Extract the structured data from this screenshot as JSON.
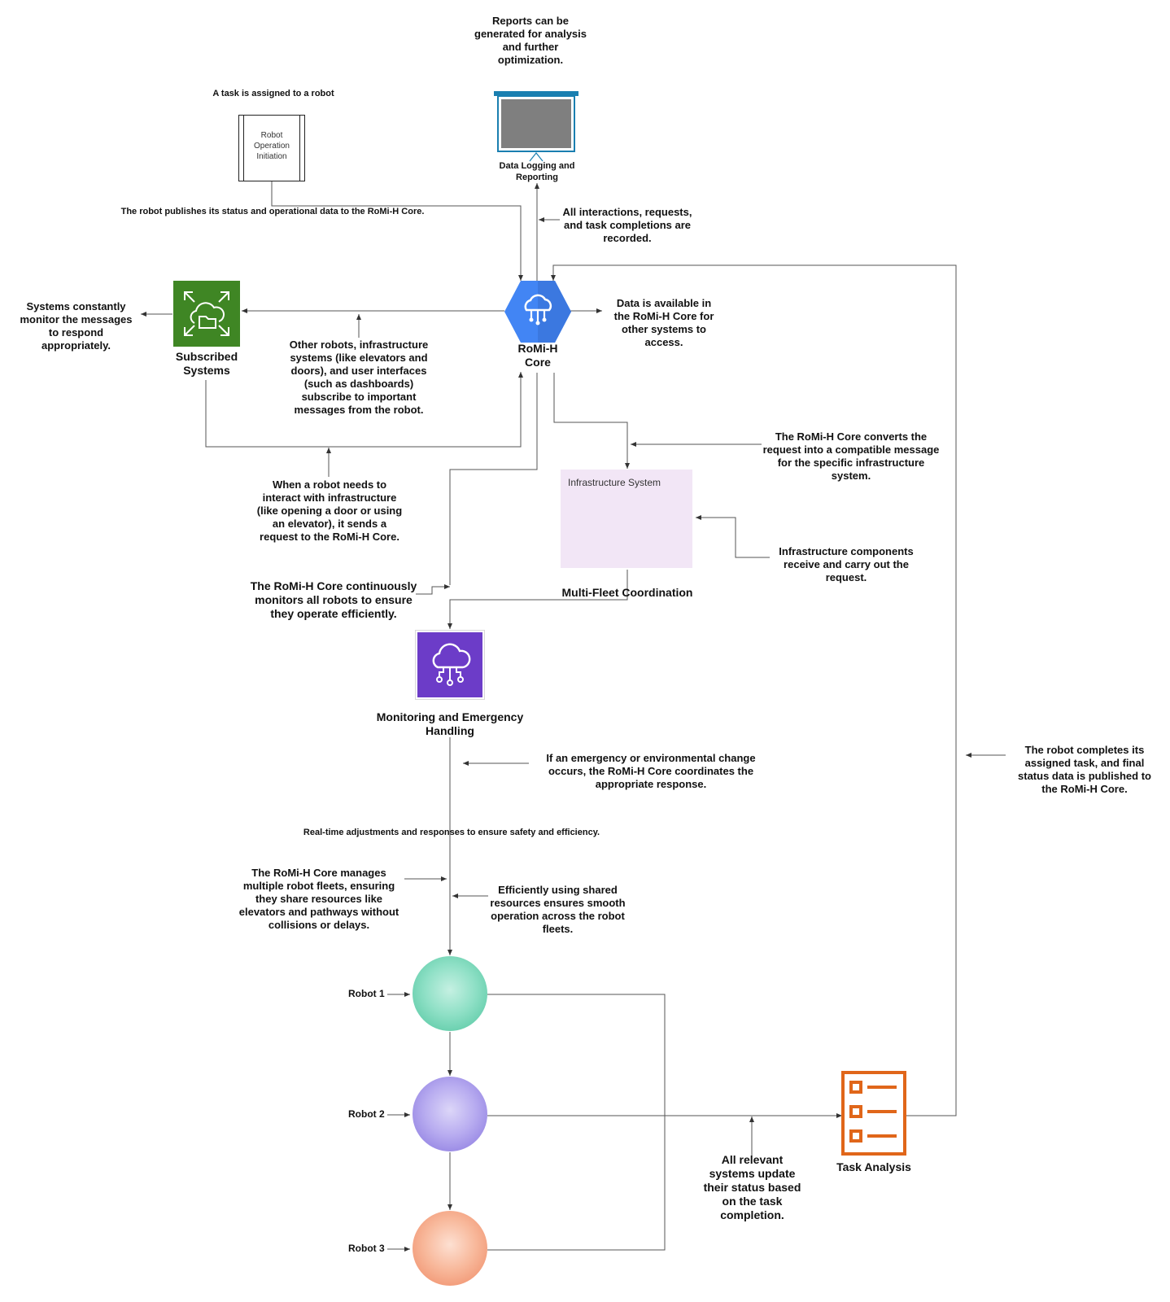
{
  "diagram": {
    "top_notes": {
      "reports": "Reports can be\ngenerated for analysis\nand further\noptimization.",
      "task_assigned": "A task is assigned to a robot",
      "publishes_status": "The robot publishes its status and operational data to the RoMi-H Core.",
      "interactions_recorded": "All interactions, requests,\nand task completions are\nrecorded."
    },
    "nodes": {
      "operation_initiation": "Robot\nOperation\nInitiation",
      "data_logging": "Data Logging and\nReporting",
      "core": "RoMi-H\nCore",
      "subscribed_systems": "Subscribed\nSystems",
      "infrastructure_system": "Infrastructure System",
      "multi_fleet": "Multi-Fleet Coordination",
      "monitoring": "Monitoring and Emergency\nHandling",
      "task_analysis": "Task Analysis"
    },
    "notes": {
      "systems_monitor": "Systems constantly\nmonitor the messages\nto respond\nappropriately.",
      "other_robots_subscribe": "Other robots, infrastructure\nsystems (like elevators and\ndoors), and user interfaces\n(such as dashboards)\nsubscribe to important\nmessages from the robot.",
      "data_available": "Data is available in\nthe RoMi-H Core for\nother systems to\naccess.",
      "robot_request": "When a robot needs to\ninteract with infrastructure\n(like opening a door or using\nan elevator), it sends a\nrequest to the RoMi-H Core.",
      "core_converts": "The RoMi-H Core converts the\nrequest into a compatible message\nfor the specific infrastructure\nsystem.",
      "infra_components": "Infrastructure components\nreceive and carry out the\nrequest.",
      "continuous_monitoring": "The RoMi-H Core continuously\nmonitors all robots to ensure\nthey operate efficiently.",
      "emergency": "If an emergency or environmental change\noccurs, the RoMi-H Core coordinates the\nappropriate response.",
      "realtime": "Real-time adjustments and responses to ensure safety and efficiency.",
      "manages_fleets": "The RoMi-H Core manages\nmultiple robot fleets, ensuring\nthey share resources like\nelevators and pathways without\ncollisions or delays.",
      "shared_resources": "Efficiently using shared\nresources ensures smooth\noperation across the robot\nfleets.",
      "task_complete": "The robot completes its\nassigned task, and final\nstatus data is published to\nthe RoMi-H Core.",
      "status_update": "All relevant\nsystems update\ntheir status based\non the task\ncompletion."
    },
    "robots": [
      {
        "label": "Robot 1",
        "color": "#5fd0b0"
      },
      {
        "label": "Robot 2",
        "color": "#9d8ce6"
      },
      {
        "label": "Robot 3",
        "color": "#f29a72"
      }
    ],
    "colors": {
      "core_blue": "#4285f4",
      "subscribed_green": "#3f8624",
      "monitoring_purple": "#6c3cc8",
      "task_orange": "#e0661a",
      "infra_fill": "#f2e6f6",
      "display_frame": "#1a7fb0"
    },
    "icons": [
      "core-hexagon-icon",
      "folder-cloud-icon",
      "cloud-network-icon",
      "checklist-icon",
      "display-screen-icon"
    ]
  }
}
